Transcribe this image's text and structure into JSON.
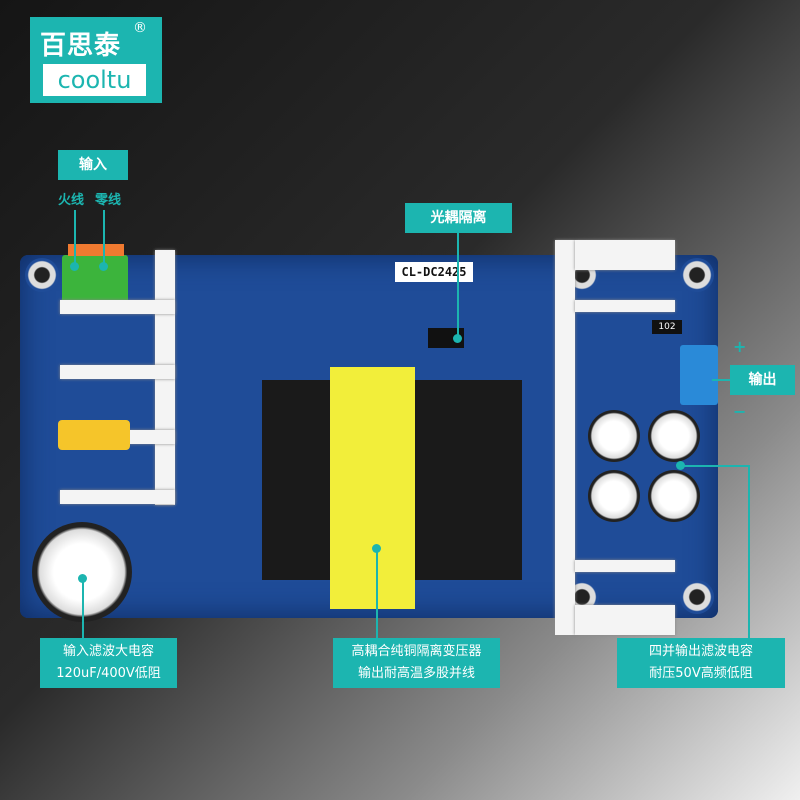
{
  "logo": {
    "cn": "百思泰",
    "registered": "®",
    "en": "cooltu"
  },
  "board": {
    "model": "CL-DC2425",
    "resistor_code": "102"
  },
  "labels": {
    "input": "输入",
    "live": "火线",
    "neutral": "零线",
    "optocoupler": "光耦隔离",
    "output": "输出",
    "plus": "+",
    "minus": "−",
    "input_cap_line1": "输入滤波大电容",
    "input_cap_line2": "120uF/400V低阻",
    "transformer_line1": "高耦合纯铜隔离变压器",
    "transformer_line2": "输出耐高温多股并线",
    "output_cap_line1": "四并输出滤波电容",
    "output_cap_line2": "耐压50V高频低阻"
  },
  "colors": {
    "accent": "#1cb5b0",
    "pcb": "#1f4c98",
    "transformer": "#f2ee3a"
  }
}
